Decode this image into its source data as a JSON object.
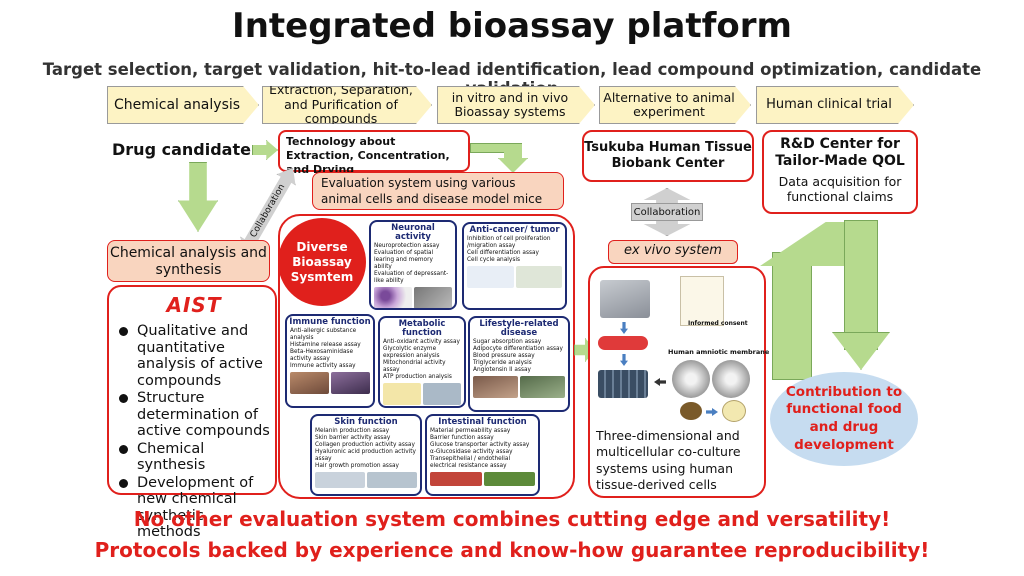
{
  "title": "Integrated bioassay platform",
  "subtitle": "Target selection, target validation, hit-to-lead identification, lead compound optimization, candidate validation",
  "flow": [
    "Chemical analysis",
    "Extraction, Separation, and Purification of compounds",
    "in vitro and in vivo Bioassay systems",
    "Alternative to animal experiment",
    "Human clinical trial"
  ],
  "drug_candidate": "Drug candidate",
  "extraction_tech": "Technology about Extraction, Concentration, and Drying",
  "evaluation_system": "Evaluation system using various animal cells and disease model mice",
  "collaboration_left": "Collaboration",
  "chemical_analysis_box": "Chemical analysis and synthesis",
  "aist_logo": "AIST",
  "aist_items": [
    "Qualitative and quantitative analysis of active compounds",
    "Structure determination of active compounds",
    "Chemical synthesis",
    "Development of new chemical synthetic methods"
  ],
  "diverse_label": "Diverse Bioassay Sysmtem",
  "panels": {
    "neuronal": {
      "title": "Neuronal activity",
      "items": [
        "Neuroprotection assay",
        "Evaluation of spatial learing and memory ability",
        "Evaluation of depressant-like ability"
      ]
    },
    "anticancer": {
      "title": "Anti-cancer/ tumor",
      "items": [
        "Inhibition of cell proliferation /migration assay",
        "Cell differentiation assay",
        "Cell cycle analysis"
      ]
    },
    "immune": {
      "title": "Immune function",
      "items": [
        "Anti-allergic substance analysis",
        "Histamine release assay",
        "Beta-Hexosaminidase activity assay",
        "Immune activity assay"
      ]
    },
    "metabolic": {
      "title": "Metabolic function",
      "items": [
        "Anti-oxidant activity assay",
        "Glycolytic enzyme expression analysis",
        "Mitochondrial activity assay",
        "ATP production analysis"
      ]
    },
    "lifestyle": {
      "title": "Lifestyle-related disease",
      "items": [
        "Sugar absorption assay",
        "Adipocyte differentiation assay",
        "Blood pressure assay",
        "Triglyceride analysis",
        "Angiotensin II assay"
      ]
    },
    "skin": {
      "title": "Skin function",
      "items": [
        "Melanin production assay",
        "Skin barrier activity assay",
        "Collagen production activity assay",
        "Hyaluronic acid production activity assay",
        "Hair growth promotion assay"
      ]
    },
    "intestinal": {
      "title": "Intestinal function",
      "items": [
        "Material permeability assay",
        "Barrier function assay",
        "Glucose transporter activity assay",
        "α-Glucosidase activity assay",
        "Transepithelial / endothelial electrical resistance assay"
      ]
    }
  },
  "tsukuba": "Tsukuba Human Tissue Biobank Center",
  "collaboration_mid": "Collaboration",
  "ex_vivo": "ex vivo system",
  "informed_consent": "Informed consent",
  "amniotic": "Human amniotic membrane",
  "three_d": "Three-dimensional and multicellular co-culture systems using human tissue-derived cells",
  "rd_title": "R&D Center for Tailor-Made QOL",
  "rd_desc": "Data acquisition for functional claims",
  "contribution": "Contribution to functional food and drug development",
  "footer1": "No other evaluation system combines cutting edge and versatility!",
  "footer2": "Protocols backed by experience and know-how guarantee reproducibility!",
  "colors": {
    "accent_red": "#e0201c",
    "panel_navy": "#1d2a73",
    "arrow_green": "#b6da8e",
    "flow_yellow": "#fdf3c4",
    "orange_fill": "#f9d5bf",
    "oval_blue": "#c6dcf0"
  }
}
